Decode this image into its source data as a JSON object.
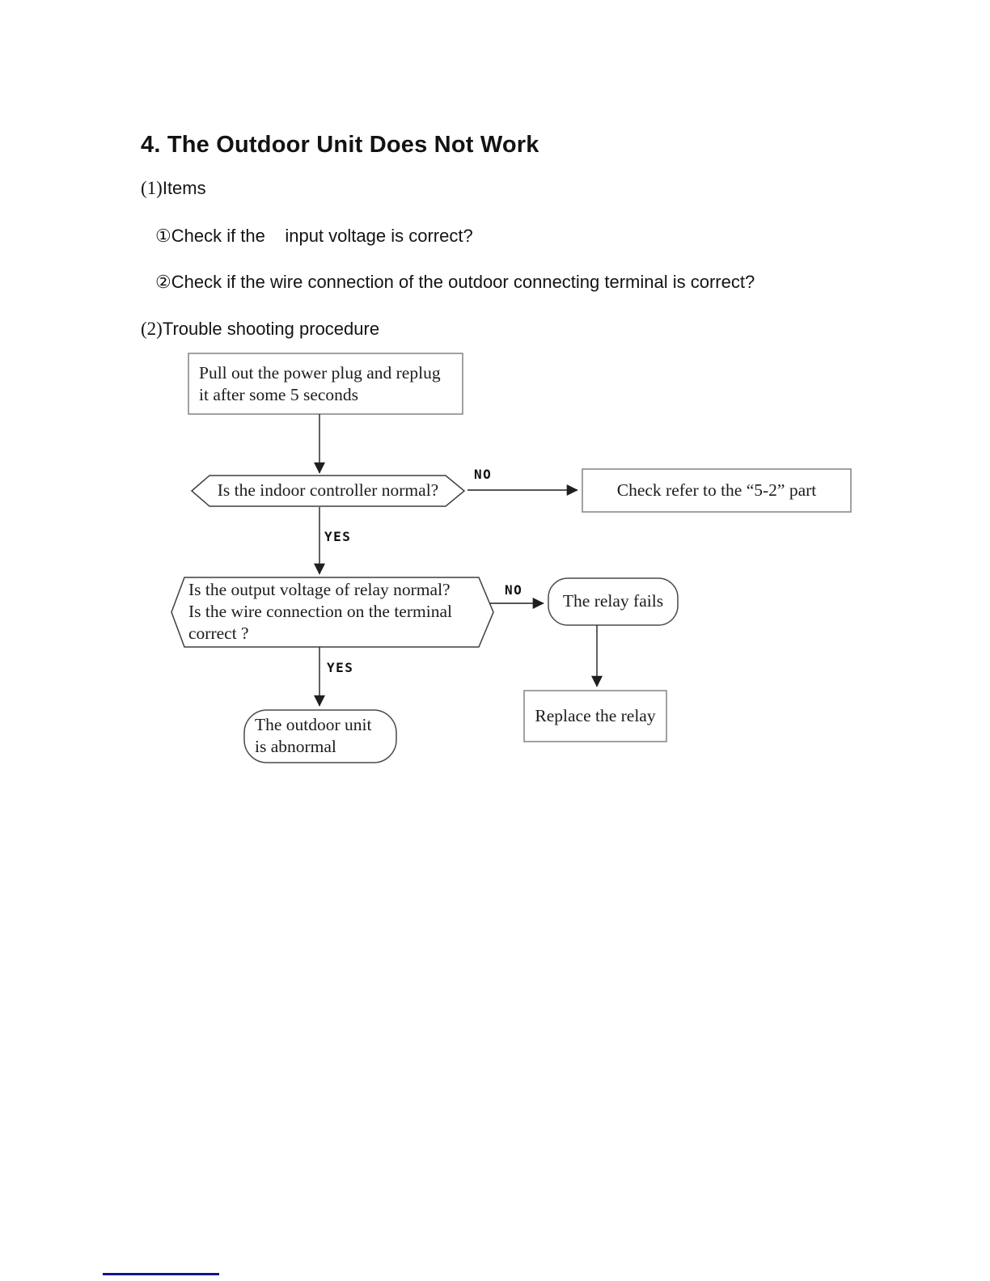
{
  "header": {
    "title": "4. The Outdoor Unit Does Not Work"
  },
  "sections": {
    "items": {
      "prefix": "(1)",
      "label": "Items",
      "entries": [
        "①Check if the    input voltage is correct?",
        "②Check if the wire connection of the outdoor connecting terminal is correct?"
      ]
    },
    "procedure": {
      "prefix": "(2)",
      "label": "Trouble shooting procedure"
    }
  },
  "flowchart": {
    "nodes": {
      "start": "Pull out the power plug and replug\nit after some 5 seconds",
      "decision_indoor": "Is the indoor controller normal?",
      "check_52": "Check refer to the “5-2” part",
      "decision_relay": "Is the output voltage of relay normal?\nIs the wire connection on the terminal\ncorrect ?",
      "relay_fails": "The relay fails",
      "replace_relay": "Replace the relay",
      "outdoor_abnormal": "The outdoor unit\nis abnormal"
    },
    "edge_labels": {
      "no_1": "NO",
      "yes_1": "YES",
      "no_2": "NO",
      "yes_2": "YES"
    },
    "colors": {
      "rect_border": "#8a8a8a",
      "polygon_border": "#3f3f3f",
      "arrow": "#1f1f1f",
      "footer_rule": "#14148c"
    }
  }
}
